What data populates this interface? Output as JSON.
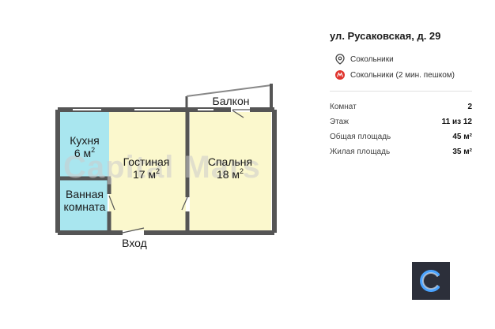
{
  "plan": {
    "watermark": "Capital Mars",
    "rooms": [
      {
        "name": "Кухня",
        "area": "6 м",
        "sup": "2"
      },
      {
        "name": "Гостиная",
        "area": "17 м",
        "sup": "2"
      },
      {
        "name": "Спальня",
        "area": "18 м",
        "sup": "2"
      },
      {
        "name": "Ванная",
        "area": "комната",
        "sup": ""
      }
    ],
    "balcony_label": "Балкон",
    "entrance_label": "Вход",
    "colors": {
      "kitchen": "#a9e6ef",
      "living": "#fbf8cd",
      "bath": "#a9e6ef",
      "wall": "#555555"
    }
  },
  "listing": {
    "address": "ул. Русаковская, д. 29",
    "location": "Сокольники",
    "metro": "Сокольники (2 мин. пешком)",
    "metro_color": "#e0362f",
    "rows": [
      {
        "label": "Комнат",
        "value": "2"
      },
      {
        "label": "Этаж",
        "value": "11 из 12"
      },
      {
        "label": "Общая площадь",
        "value": "45 м²"
      },
      {
        "label": "Жилая площадь",
        "value": "35 м²"
      }
    ]
  },
  "logo": {
    "icon": "capital-mars-logo-icon",
    "bg": "#2c2f3a",
    "accent": "#4aa3ff"
  }
}
